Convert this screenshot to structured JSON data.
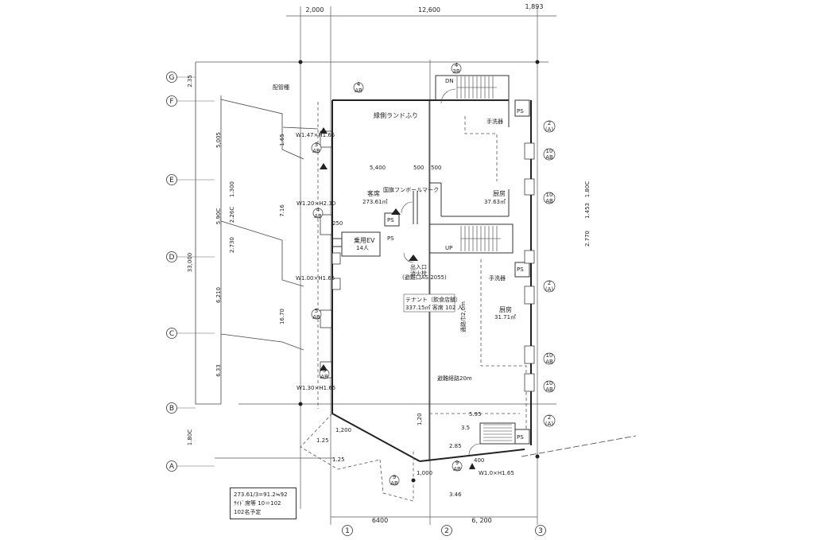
{
  "top_dims": {
    "d1": "2,000",
    "d2": "12,600",
    "d3": "1,893"
  },
  "bottom_dims": {
    "d1": "6400",
    "d2": "6, 200"
  },
  "col_axes": [
    "1",
    "2",
    "3"
  ],
  "row_axes": [
    "A",
    "B",
    "C",
    "D",
    "E",
    "F",
    "G"
  ],
  "left_dims": {
    "total": "33,000",
    "g": "2.35",
    "fe": "5,005",
    "ed": "5,90C",
    "dc": "6,210",
    "cb": "6.33",
    "ba": "1.80C"
  },
  "inner_left_dims": [
    "1.65",
    "1.300",
    "2.26C",
    "7.16",
    "2.730",
    "16.70"
  ],
  "right_dims": [
    "1.80C",
    "1.453",
    "2.770"
  ],
  "rooms": {
    "veranda": "縁側ランドふり",
    "guest": "客席",
    "guest_area": "273.61㎡",
    "kitchen": "厨房",
    "kitchen_area": "37.63㎡",
    "kitchen2": "厨房",
    "kitchen2_area": "31.71㎡",
    "ev": "乗用EV",
    "ev_sub": "14人",
    "wash1": "手洗器",
    "wash2": "手洗器",
    "store_title": "テナント（飲食店舗）",
    "store_sub": "337.15㎡ 客席 102 人",
    "aisle": "通路巾2,0m",
    "exit": "避難経路20m",
    "entrance": "出入口",
    "stair_up": "UP",
    "stair_dn": "DN",
    "national_sign": "国旗フンボールマーク",
    "fire_note": "(避難口AS 2055)",
    "pump": "消火栓",
    "dim_5400": "5,400",
    "dim_500a": "500",
    "dim_500b": "500",
    "dim_595": "5.95",
    "dim_285": "2.85",
    "dim_125": "1.25",
    "dim_125b": "1.25",
    "dim_35": "3.5",
    "dim_1200": "1,200",
    "dim_1000": "1,000",
    "dim_346": "3.46",
    "dim_400": "400",
    "dim_250": "250",
    "dim_1230": "1,20"
  },
  "windows": [
    {
      "label": "W1.47×H1.65"
    },
    {
      "label": "W1.20×H2.30"
    },
    {
      "label": "W1.00×H1.65"
    },
    {
      "label": "W1.30×H1.65"
    },
    {
      "label": "W1.0×H1.65"
    }
  ],
  "markers": {
    "m1": "4",
    "m1b": "AB",
    "m2": "4",
    "m2b": "3B",
    "m3": "3",
    "m3b": "AB",
    "m4": "4",
    "m4b": "AB",
    "m5": "5",
    "m5b": "AB",
    "m6": "3",
    "m6b": "AB",
    "m7": "9",
    "m7b": "AB",
    "m8": "9",
    "m8b": "AB"
  },
  "right_markers": [
    {
      "n": "2",
      "s": "(A)"
    },
    {
      "n": "10",
      "s": "AB"
    },
    {
      "n": "10",
      "s": "AB"
    },
    {
      "n": "2",
      "s": "(A)"
    },
    {
      "n": "10",
      "s": "AB"
    },
    {
      "n": "10",
      "s": "AB"
    },
    {
      "n": "2",
      "s": "(A)"
    }
  ],
  "notes": [
    "273.61/3=91.2≒92",
    "ｻｲﾄﾞ席等 10＝102",
    "102名予定"
  ],
  "labels": {
    "ps1": "PS",
    "ps2": "PS",
    "ps3": "PS",
    "ps4": "PS",
    "ps5": "PS",
    "eleco": "配管種"
  }
}
